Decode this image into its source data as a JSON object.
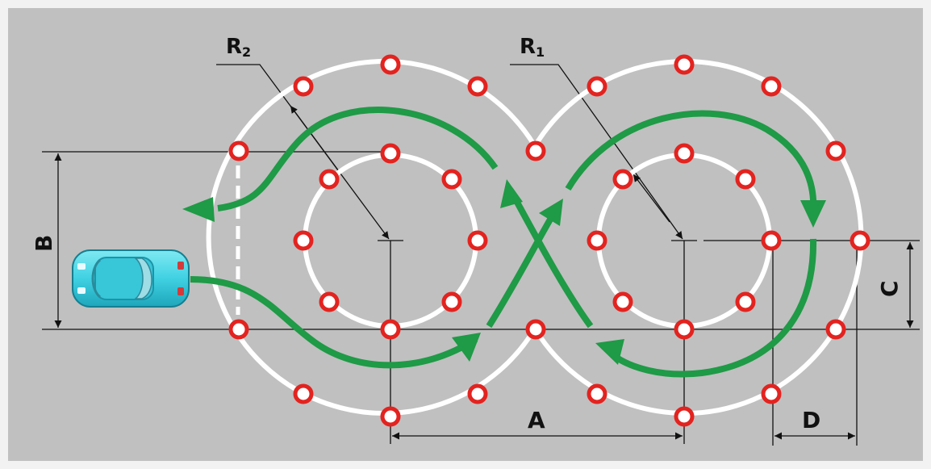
{
  "labels": {
    "r1": "R",
    "r1_sub": "1",
    "r2": "R",
    "r2_sub": "2",
    "a": "A",
    "b": "B",
    "c": "C",
    "d": "D"
  },
  "icons": {
    "car": "car-icon",
    "cone": "cone-icon"
  },
  "colors": {
    "background": "#c0c0c0",
    "frame": "#f2f2f2",
    "track": "#ffffff",
    "cone": "#e3231f",
    "route": "#1f9a46",
    "car": "#4cd9e8",
    "dimension": "#111111"
  }
}
